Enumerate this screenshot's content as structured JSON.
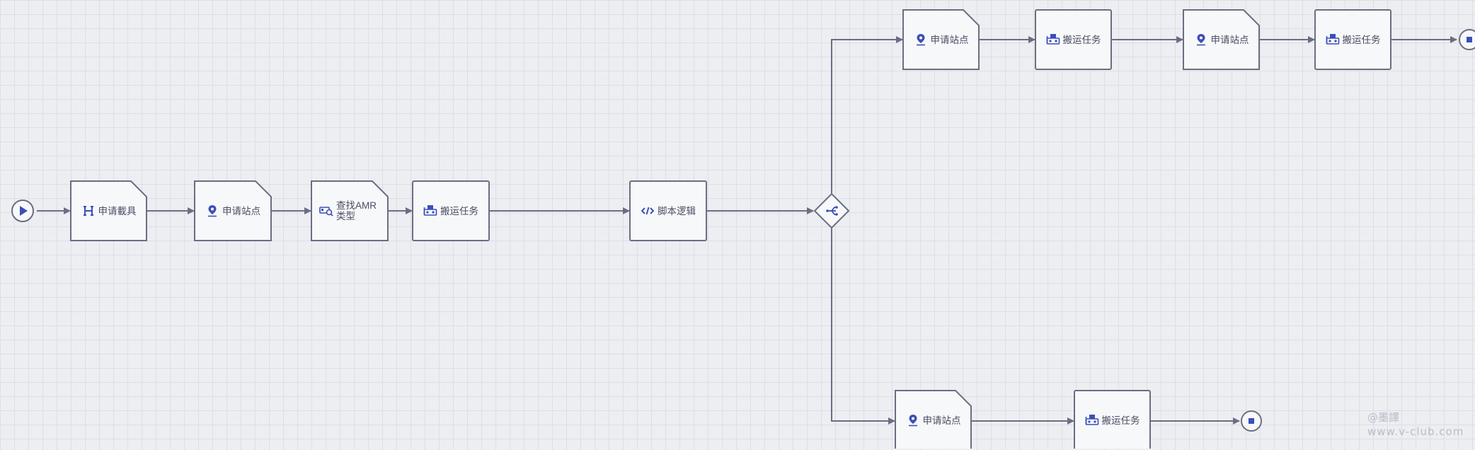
{
  "nodes": {
    "apply_vehicle": "申请載具",
    "apply_station_1": "申请站点",
    "find_amr": "查找AMR类型",
    "transport_1": "搬运任务",
    "script_logic": "脚本逻辑",
    "top_apply_station_1": "申请站点",
    "top_transport_1": "搬运任务",
    "top_apply_station_2": "申请站点",
    "top_transport_2": "搬运任务",
    "bottom_apply_station": "申请站点",
    "bottom_transport": "搬运任务"
  },
  "watermark": {
    "line1": "@墨譯",
    "line2": "www.v-club.com"
  },
  "icons": {
    "start": "play-icon",
    "end": "stop-icon",
    "gateway": "branch-icon",
    "vehicle": "vehicle-icon",
    "station": "location-pin-icon",
    "find_amr": "search-amr-icon",
    "transport": "transport-icon",
    "script": "code-icon"
  },
  "colors": {
    "node_stroke": "#6b6e82",
    "node_fill": "#f7f8fa",
    "icon": "#3b4fb8",
    "edge": "#6b6e82"
  }
}
